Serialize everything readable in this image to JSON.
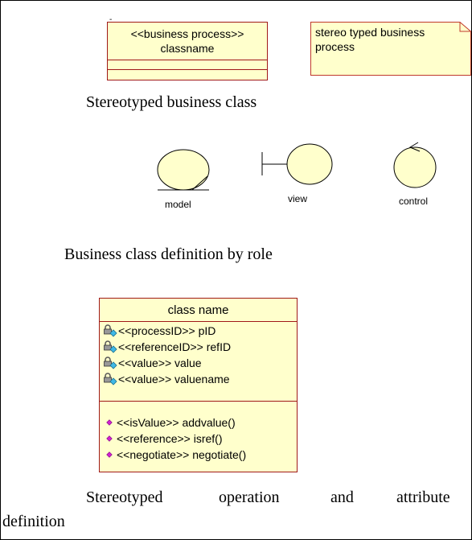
{
  "business_process_class": {
    "tick": "-",
    "stereotype": "<<business process>>",
    "name": "classname"
  },
  "note": {
    "text": "stereo typed business process"
  },
  "captions": {
    "stereotyped_business_class": "Stereotyped business class",
    "definition_by_role": "Business class definition by role",
    "operation_attribute": [
      "Stereotyped",
      "operation",
      "and",
      "attribute"
    ],
    "operation_attribute_tail": "definition"
  },
  "roles": [
    {
      "label": "model"
    },
    {
      "label": "view"
    },
    {
      "label": "control"
    }
  ],
  "class_box": {
    "name": "class name",
    "attributes": [
      "<<processID>> pID",
      "<<referenceID>> refID",
      "<<value>> value",
      "<<value>> valuename"
    ],
    "operations": [
      "<<isValue>> addvalue()",
      "<<reference>> isref()",
      "<<negotiate>> negotiate()"
    ]
  },
  "colors": {
    "class_fill": "#ffffcc",
    "class_border": "#a01818",
    "note_border": "#c0392b",
    "attribute_icon": "#3fb9e6",
    "operation_icon": "#d21fd2"
  }
}
